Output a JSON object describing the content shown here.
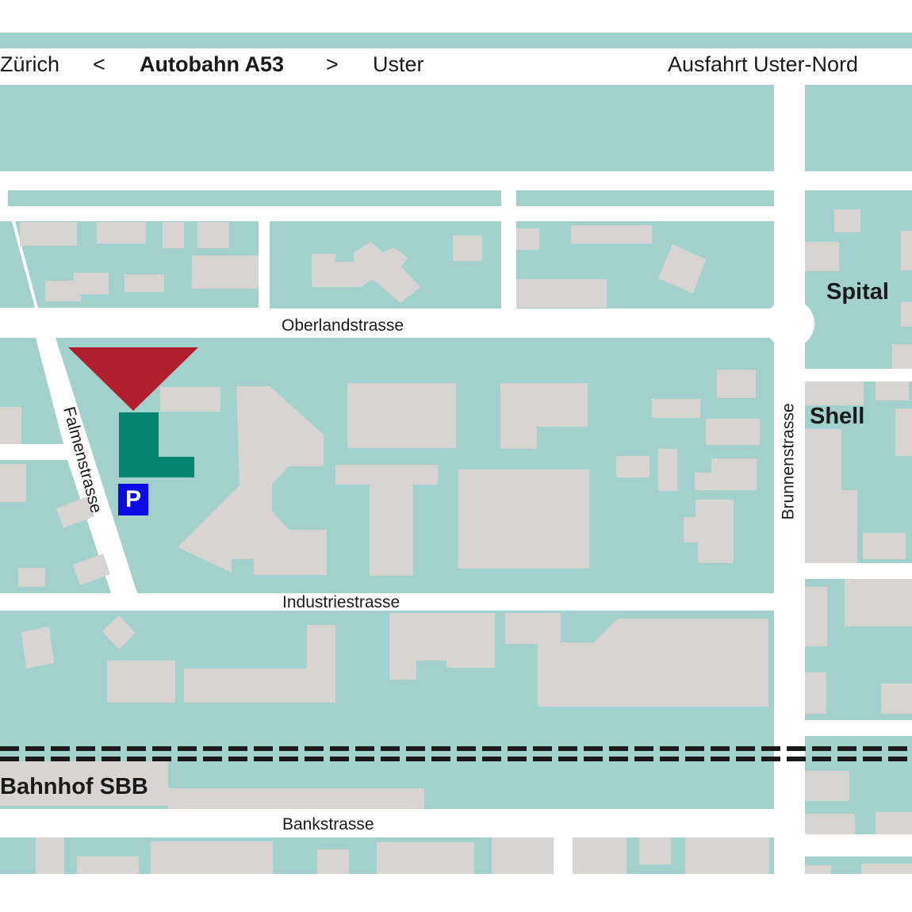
{
  "highway": {
    "west": "Zürich",
    "arrow_left": "<",
    "name": "Autobahn A53",
    "arrow_right": ">",
    "east": "Uster",
    "exit": "Ausfahrt Uster-Nord"
  },
  "streets": {
    "oberland": "Oberlandstrasse",
    "falmen": "Falmenstrasse",
    "brunnen": "Brunnenstrasse",
    "industrie": "Industriestrasse",
    "bank": "Bankstrasse"
  },
  "pois": {
    "spital": "Spital",
    "shell": "Shell",
    "bahnhof": "Bahnhof SBB",
    "parking": "P"
  },
  "colors": {
    "block": "#a2d1cd",
    "building": "#d8d4d1",
    "road": "#ffffff",
    "marker": "#b01f2b",
    "logo": "#04836f",
    "parking": "#0a0ae6",
    "railway": "#1a1a1a"
  }
}
